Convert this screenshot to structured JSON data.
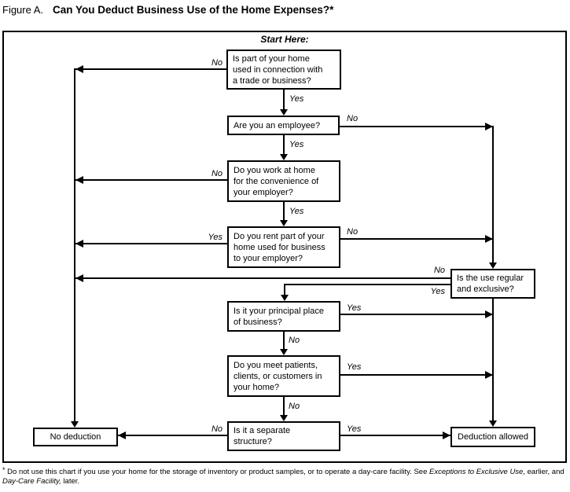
{
  "title": {
    "prefix": "Figure A.",
    "main": "Can You Deduct Business Use of the Home Expenses?*"
  },
  "start_label": "Start Here:",
  "nodes": {
    "q1": "Is part of your home\nused in connection with\na trade or business?",
    "q2": "Are you an employee?",
    "q3": "Do you work at home\nfor the convenience of\nyour employer?",
    "q4": "Do you rent part of your\nhome used for business\nto your employer?",
    "q5": "Is the use regular\nand exclusive?",
    "q6": "Is it your principal place\nof business?",
    "q7": "Do you meet patients,\nclients, or customers in\nyour home?",
    "q8": "Is it a separate\nstructure?",
    "no_deduction": "No deduction",
    "deduction_allowed": "Deduction allowed"
  },
  "labels": {
    "q1_no": "No",
    "q1_yes": "Yes",
    "q2_no": "No",
    "q2_yes": "Yes",
    "q3_no": "No",
    "q3_yes": "Yes",
    "q4_yes": "Yes",
    "q4_no": "No",
    "q5_no": "No",
    "q5_yes": "Yes",
    "q6_yes": "Yes",
    "q6_no": "No",
    "q7_yes": "Yes",
    "q7_no": "No",
    "q8_no": "No",
    "q8_yes": "Yes"
  },
  "footnote": {
    "marker": "*",
    "part1": " Do not use this chart if you use your home for the storage of inventory or product samples, or to operate a day-care facility. See ",
    "italic1": "Exceptions to Exclusive Use,",
    "part2": " earlier, and ",
    "italic2": "Day-Care Facility,",
    "part3": " later."
  },
  "colors": {
    "ink": "#000000",
    "paper": "#ffffff"
  }
}
